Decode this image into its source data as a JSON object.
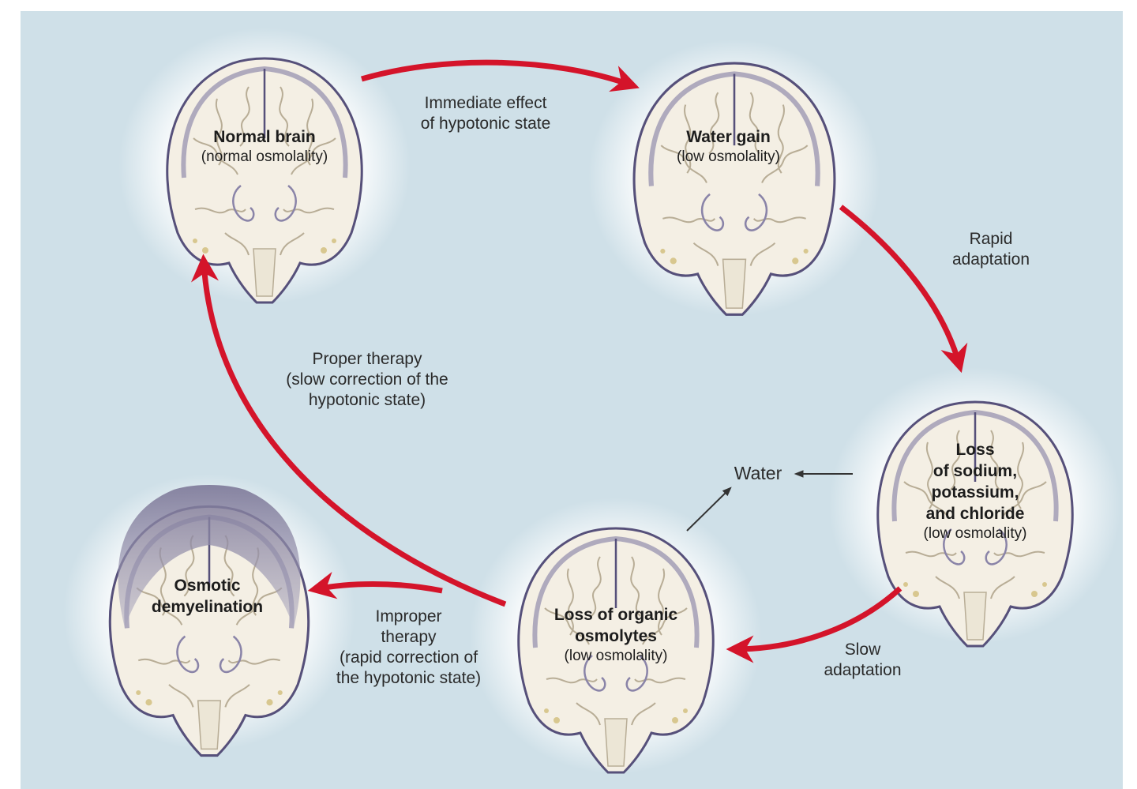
{
  "colors": {
    "background": "#cfe0e8",
    "arrow_red": "#d4142a",
    "brain_tissue": "#f4efe4",
    "brain_outline": "#56507a",
    "text": "#1c1c1c"
  },
  "nodes": {
    "normal": {
      "title": "Normal brain",
      "subtitle": "(normal osmolality)"
    },
    "water_gain": {
      "title": "Water gain",
      "subtitle": "(low osmolality)"
    },
    "loss_ions": {
      "line1": "Loss",
      "line2": "of sodium,",
      "line3": "potassium,",
      "line4": "and chloride",
      "subtitle": "(low osmolality)"
    },
    "loss_organic": {
      "line1": "Loss of organic",
      "line2": "osmolytes",
      "subtitle": "(low osmolality)"
    },
    "demyelination": {
      "line1": "Osmotic",
      "line2": "demyelination"
    }
  },
  "edges": {
    "immediate": {
      "line1": "Immediate effect",
      "line2": "of hypotonic state"
    },
    "rapid": {
      "line1": "Rapid",
      "line2": "adaptation"
    },
    "slow": {
      "line1": "Slow",
      "line2": "adaptation"
    },
    "proper": {
      "line1": "Proper therapy",
      "line2": "(slow correction of the",
      "line3": "hypotonic state)"
    },
    "improper": {
      "line1": "Improper",
      "line2": "therapy",
      "line3": "(rapid correction of",
      "line4": "the hypotonic state)"
    },
    "water": {
      "label": "Water"
    }
  }
}
